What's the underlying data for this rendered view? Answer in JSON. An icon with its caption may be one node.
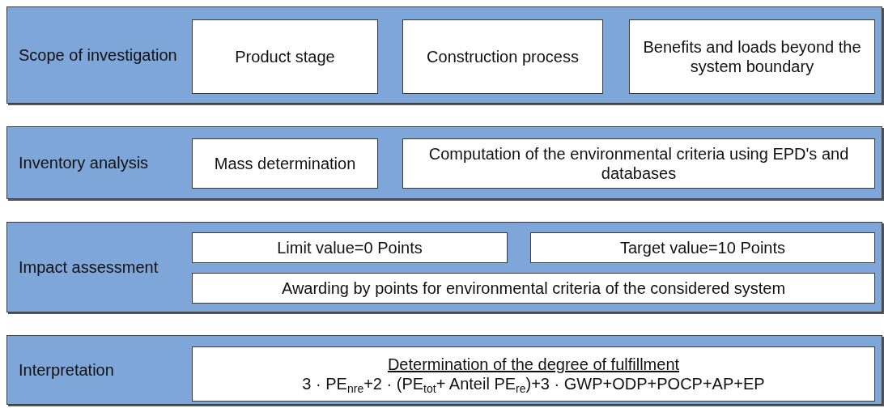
{
  "diagram": {
    "nodes": [
      {
        "text": [
          "Scope of investigation"
        ]
      },
      {
        "text": [
          "Product stage"
        ],
        "in": 0
      },
      {
        "text": [
          "Construction process"
        ],
        "in": 0
      },
      {
        "text": [
          "Benefits and loads beyond the system boundary"
        ],
        "in": 0
      },
      {
        "text": [
          "Inventory analysis"
        ]
      },
      {
        "text": [
          "Mass determination"
        ],
        "in": 4
      },
      {
        "text": [
          "Computation of the environmental criteria using EPD's and databases"
        ],
        "in": 4
      },
      {
        "text": [
          "Impact assessment"
        ]
      },
      {
        "text": [
          "Limit value=0 Points"
        ],
        "in": 7
      },
      {
        "text": [
          "Target value=10 Points"
        ],
        "in": 7
      },
      {
        "text": [
          "Awarding by points for environmental criteria of the considered system"
        ],
        "in": 7
      },
      {
        "text": [
          "Interpretation"
        ]
      },
      {
        "text": [
          "Determination of the degree of fulfillment",
          "3 · PE$_{nre}$+2 · (PE$_{tot}$+ Anteil PE$_{re}$)+3 · GWP+ODP+POCP+AP+EP"
        ],
        "in": 11
      }
    ]
  }
}
